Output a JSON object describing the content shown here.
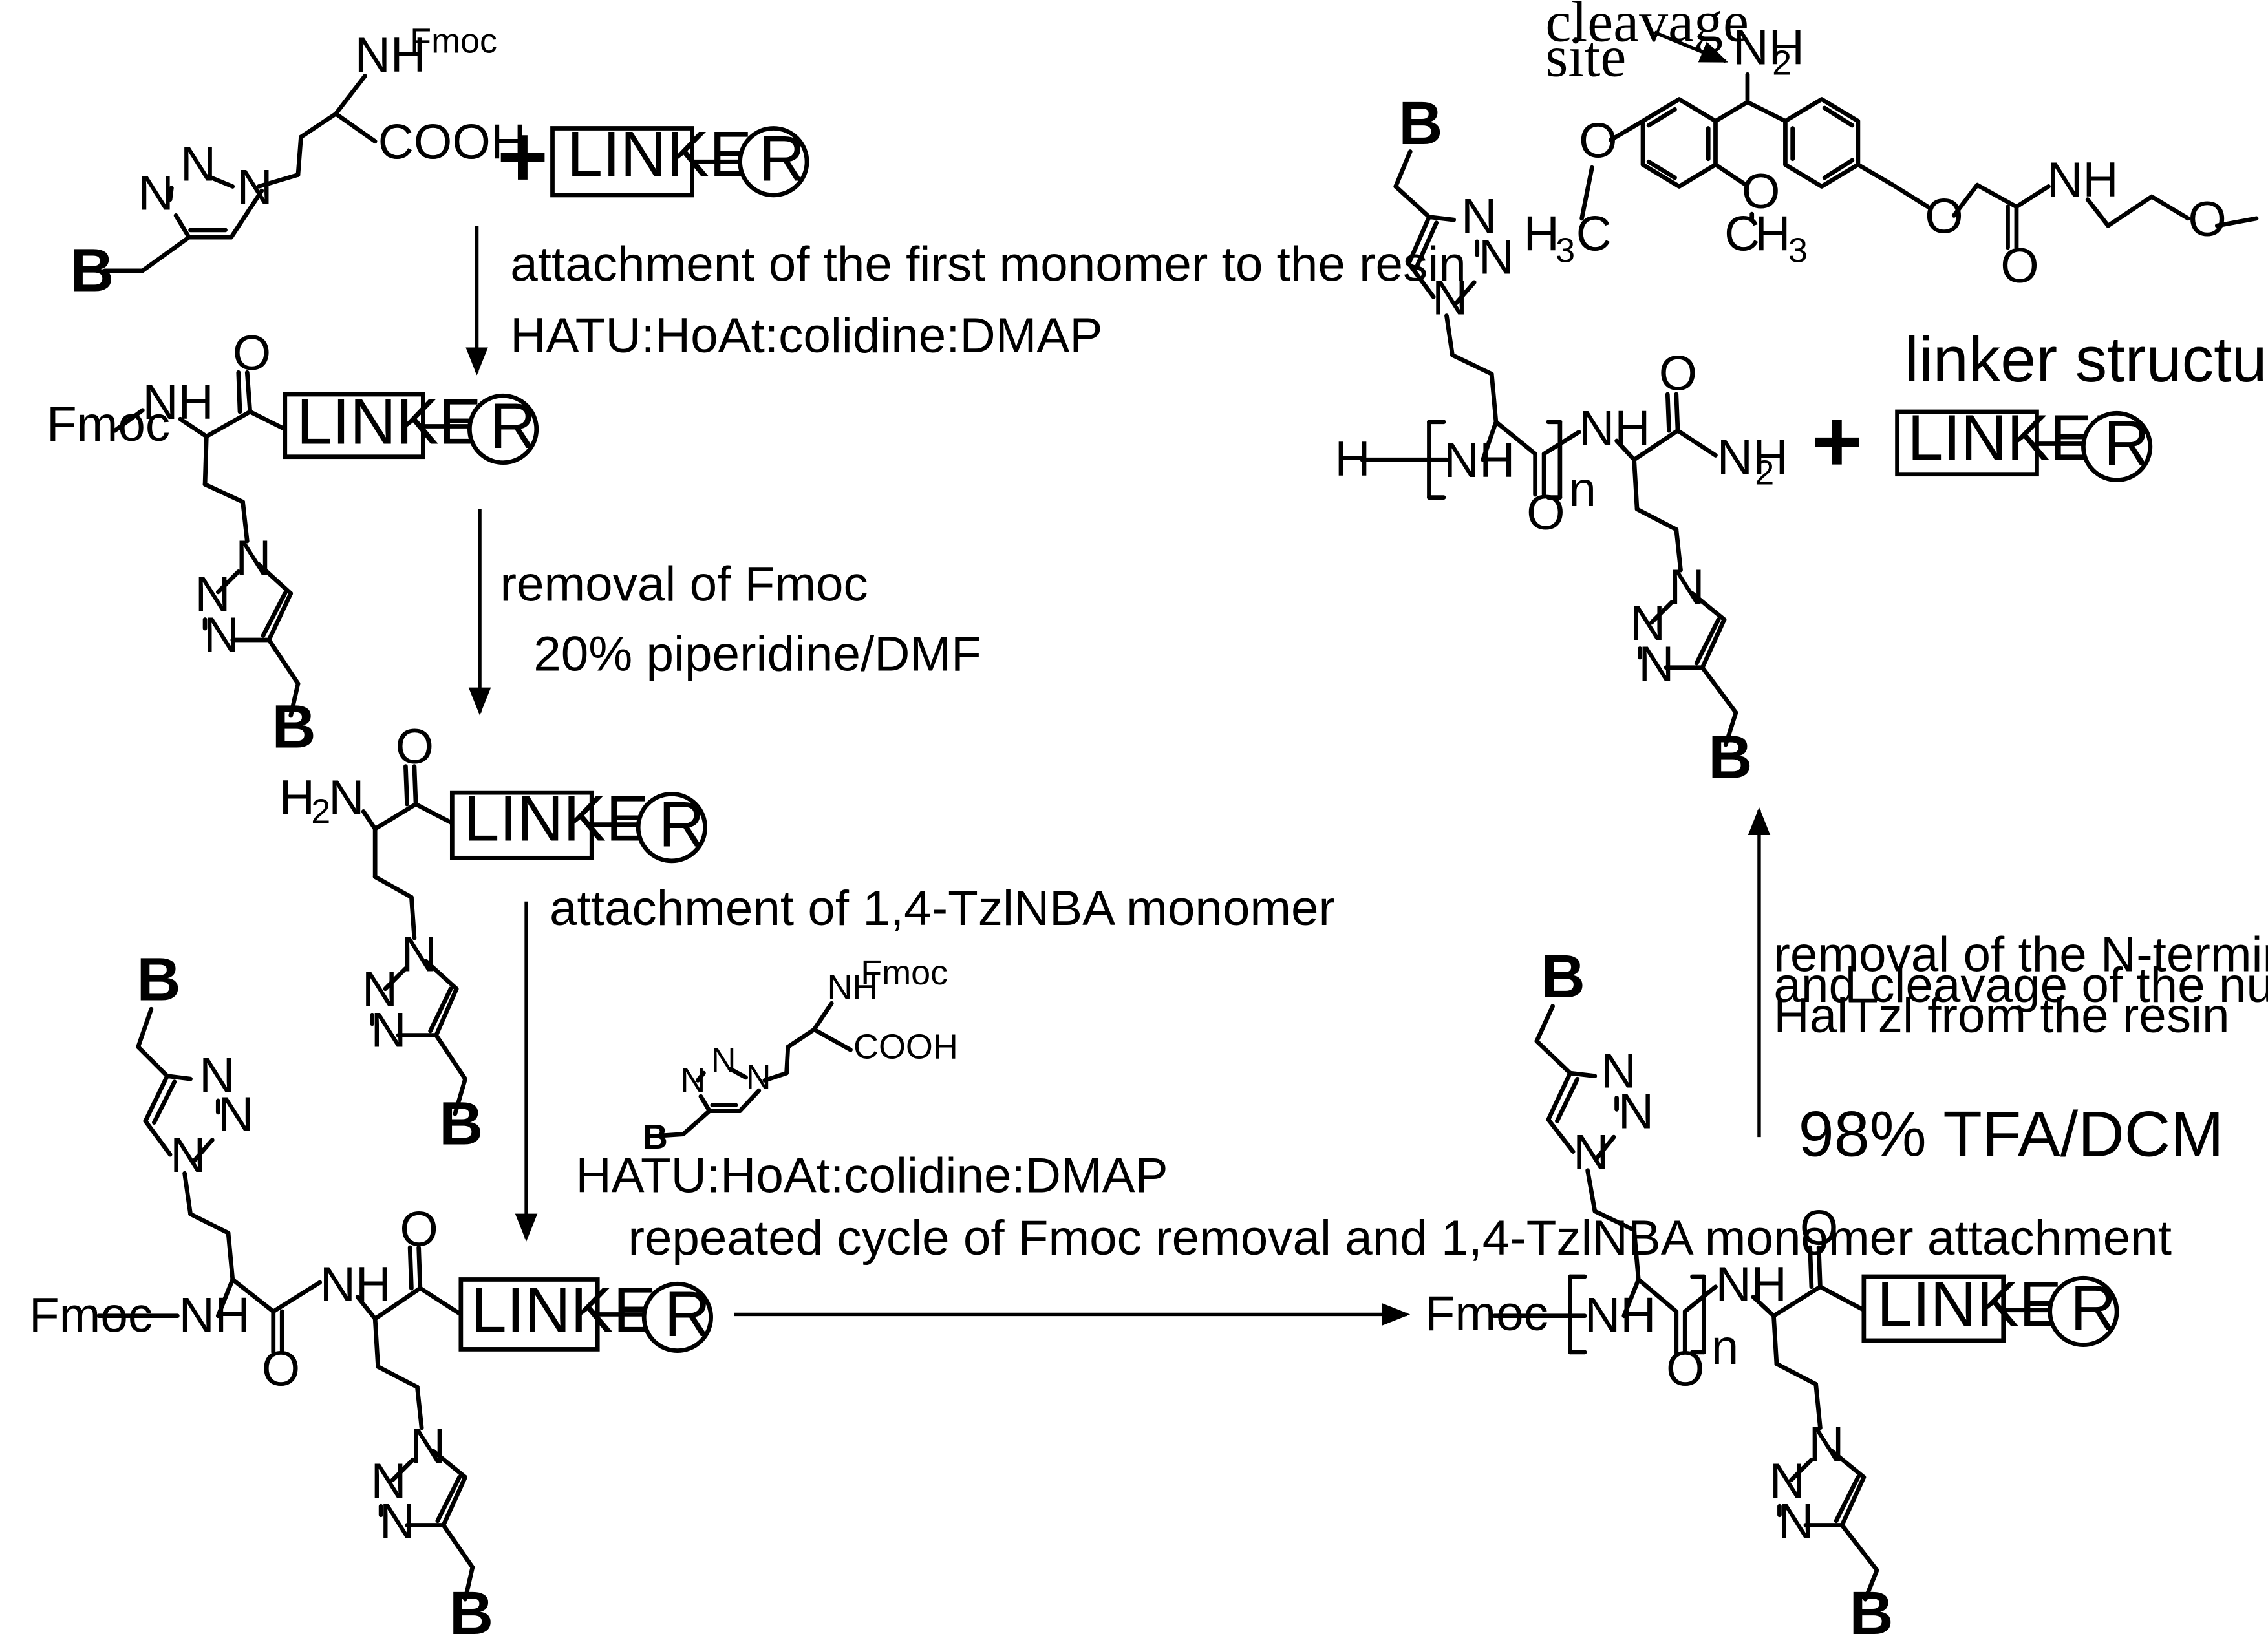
{
  "labels": {
    "fmoc": "Fmoc",
    "nh": "NH",
    "nh_h2": "H",
    "cooh": "COOH",
    "o": "O",
    "n": "N",
    "b": "B",
    "h": "H",
    "linker": "LINKER",
    "r": "R",
    "plus": "+",
    "n_sub": "n",
    "two": "2",
    "three": "3",
    "c": "C"
  },
  "steps": {
    "s1_line1": "attachment of the first monomer to the resin",
    "s1_line2": "HATU:HoAt:colidine:DMAP",
    "s2_line1": "removal of Fmoc",
    "s2_line2": "20% piperidine/DMF",
    "s3_line1": "attachment of 1,4-TzlNBA monomer",
    "s3_line2": "HATU:HoAt:colidine:DMAP",
    "s4_line1": "repeated cycle of Fmoc removal and 1,4-TzlNBA monomer attachment",
    "s5_line1": "removal of the N-terminal Fmoc",
    "s5_line2": "and cleavage of the nucleopeptide",
    "s5_line3": "HalTzl from the resin",
    "s5_cond": "98% TFA/DCM"
  },
  "linker_info": {
    "title": "linker structure",
    "cleavage_line1": "cleavage",
    "cleavage_line2": "site"
  }
}
